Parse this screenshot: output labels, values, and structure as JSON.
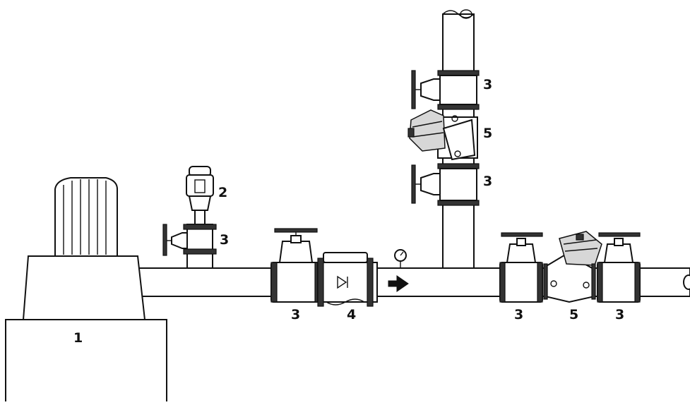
{
  "diagram": {
    "labels": {
      "pump": "1",
      "air_release_valve": "2",
      "gate_valve": "3",
      "check_valve": "4",
      "control_valve": "5"
    },
    "colors": {
      "line": "#111111",
      "fill": "#ffffff",
      "shade": "#d7d7d7",
      "dark": "#333333"
    },
    "icons": {
      "flow_direction": "arrow-right-icon",
      "pressure_gauge": "gauge-icon"
    }
  }
}
